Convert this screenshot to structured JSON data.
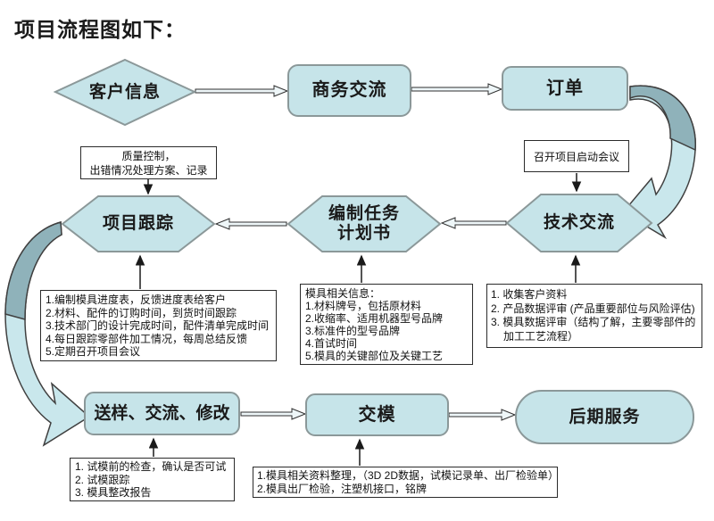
{
  "title": "项目流程图如下：",
  "nodes": {
    "customer": {
      "label": "客户信息"
    },
    "business": {
      "label": "商务交流"
    },
    "order": {
      "label": "订单"
    },
    "tech": {
      "label": "技术交流"
    },
    "plan": {
      "label": "编制任务\n计划书"
    },
    "tracking": {
      "label": "项目跟踪"
    },
    "sample": {
      "label": "送样、交流、修改"
    },
    "delivery": {
      "label": "交模"
    },
    "service": {
      "label": "后期服务"
    }
  },
  "notes": {
    "quality": {
      "text": "质量控制，\n出错情况处理方案、记录"
    },
    "kickoff": {
      "text": "召开项目启动会议"
    },
    "tracking": {
      "lines": [
        "1.编制模具进度表，反馈进度表给客户",
        "2.材料、配件的订购时间，到货时间跟踪",
        "3.技术部门的设计完成时间，配件清单完成时间",
        "4.每日跟踪零部件加工情况，每周总结反馈",
        "5.定期召开项目会议"
      ]
    },
    "plan": {
      "lines": [
        "模具相关信息：",
        "1.材料牌号，包括原材料",
        "2.收缩率、适用机器型号品牌",
        "3.标准件的型号品牌",
        "4.首试时间",
        "5.模具的关键部位及关键工艺"
      ]
    },
    "tech": {
      "lines": [
        "1. 收集客户资料",
        "2. 产品数据评审 (产品重要部位与风险评估)",
        "3. 模具数据评审（结构了解，主要零部件的",
        "加工工艺流程）"
      ]
    },
    "sample": {
      "lines": [
        "1. 试模前的检查，确认是否可试",
        "2. 试模跟踪",
        "3. 模具整改报告"
      ]
    },
    "delivery": {
      "lines": [
        "1.模具相关资料整理，（3D 2D数据，试模记录单、出厂检验单）",
        "2.模具出厂检验，注塑机接口，铭牌"
      ]
    }
  },
  "colors": {
    "node_fill": "#c6e4e9",
    "node_border": "#8b9899",
    "arrow_dark": "#8fb2ba",
    "arrow_light": "#c9e7ec"
  }
}
